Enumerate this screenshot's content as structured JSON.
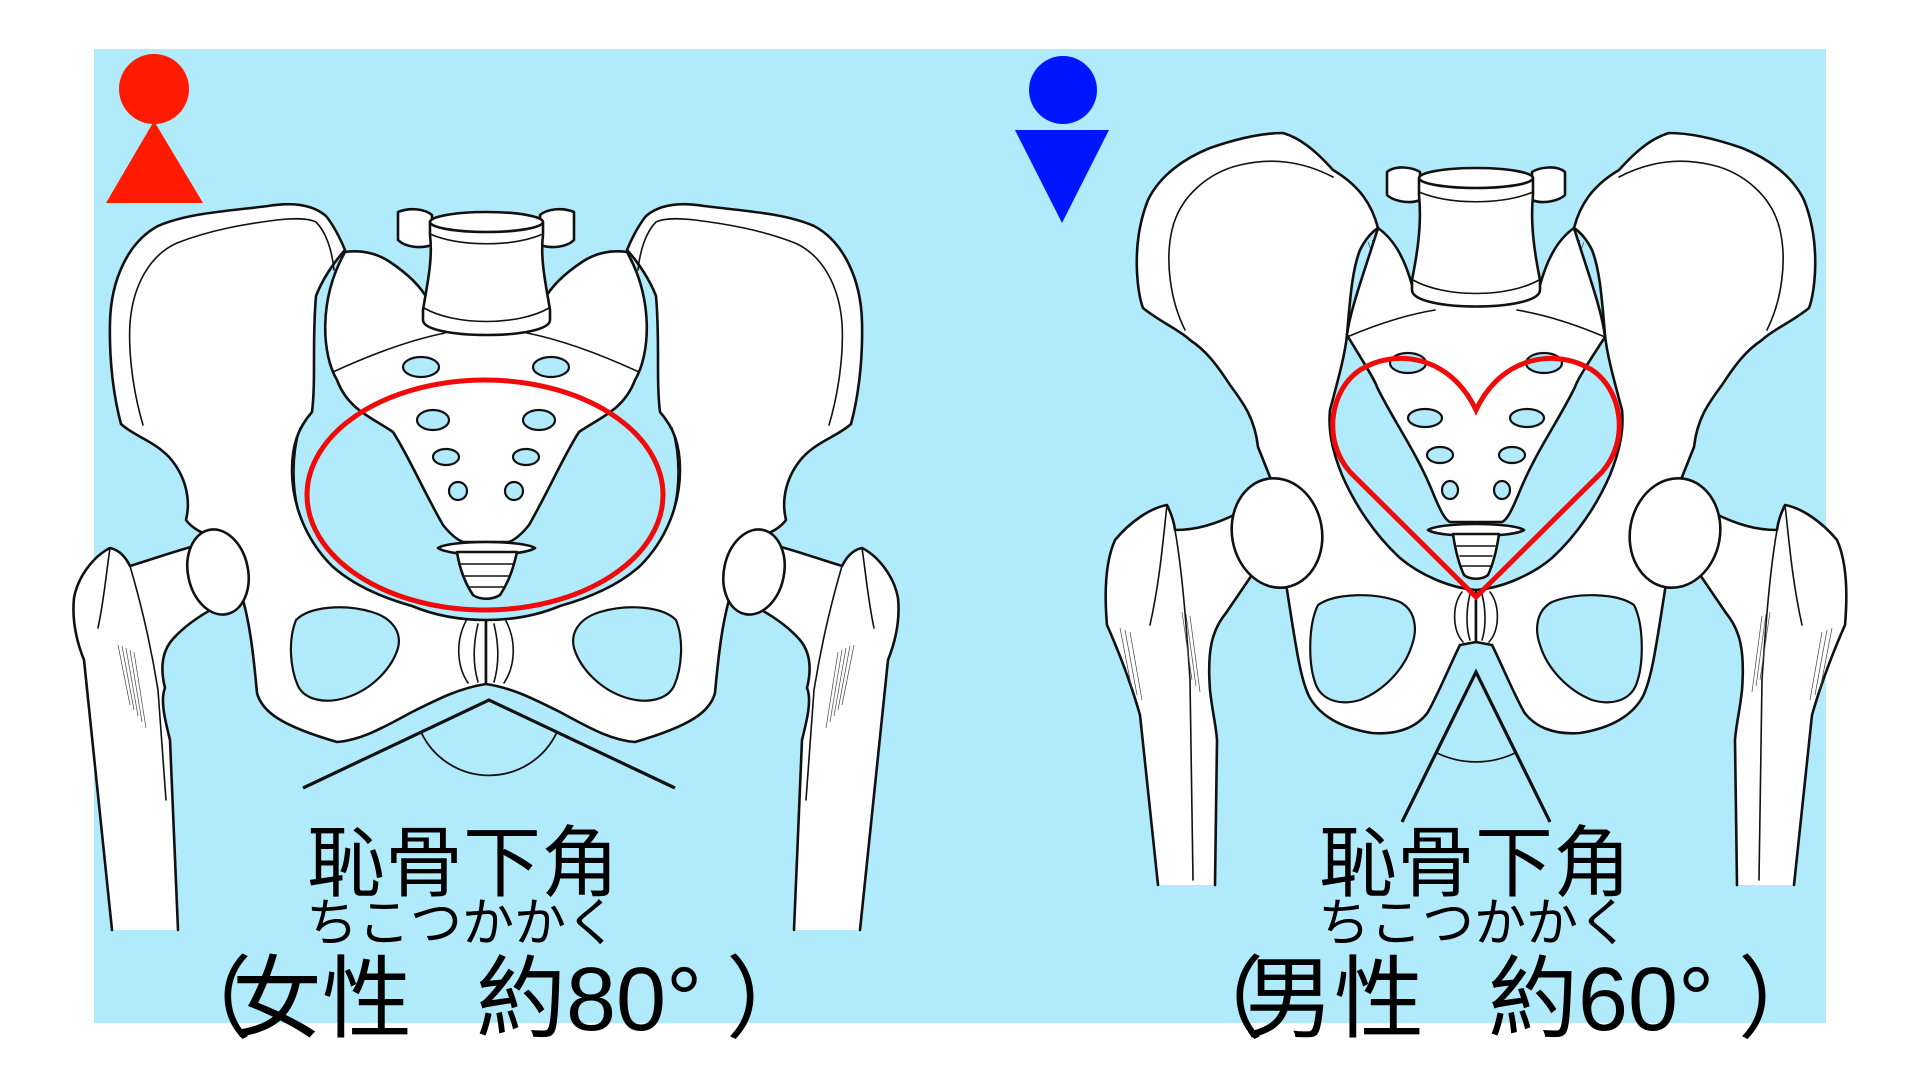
{
  "canvas": {
    "background": "#ffffff",
    "panel_background": "#b1ebfb"
  },
  "colors": {
    "female": "#ff1a00",
    "male": "#0015ff",
    "highlight": "#f00a0a",
    "outline": "#111111",
    "bone": "#ffffff"
  },
  "panels": {
    "female": {
      "symbol": "female-symbol-icon",
      "highlight_shape": "ellipse",
      "title": "恥骨下角",
      "reading": "ちこつかかく",
      "detail": {
        "open": "（",
        "sex": "女性",
        "angle": "約80°",
        "close": "）"
      },
      "angle_deg": 80
    },
    "male": {
      "symbol": "male-symbol-icon",
      "highlight_shape": "heart",
      "title": "恥骨下角",
      "reading": "ちこつかかく",
      "detail": {
        "open": "（",
        "sex": "男性",
        "angle": "約60°",
        "close": "）"
      },
      "angle_deg": 60
    }
  }
}
